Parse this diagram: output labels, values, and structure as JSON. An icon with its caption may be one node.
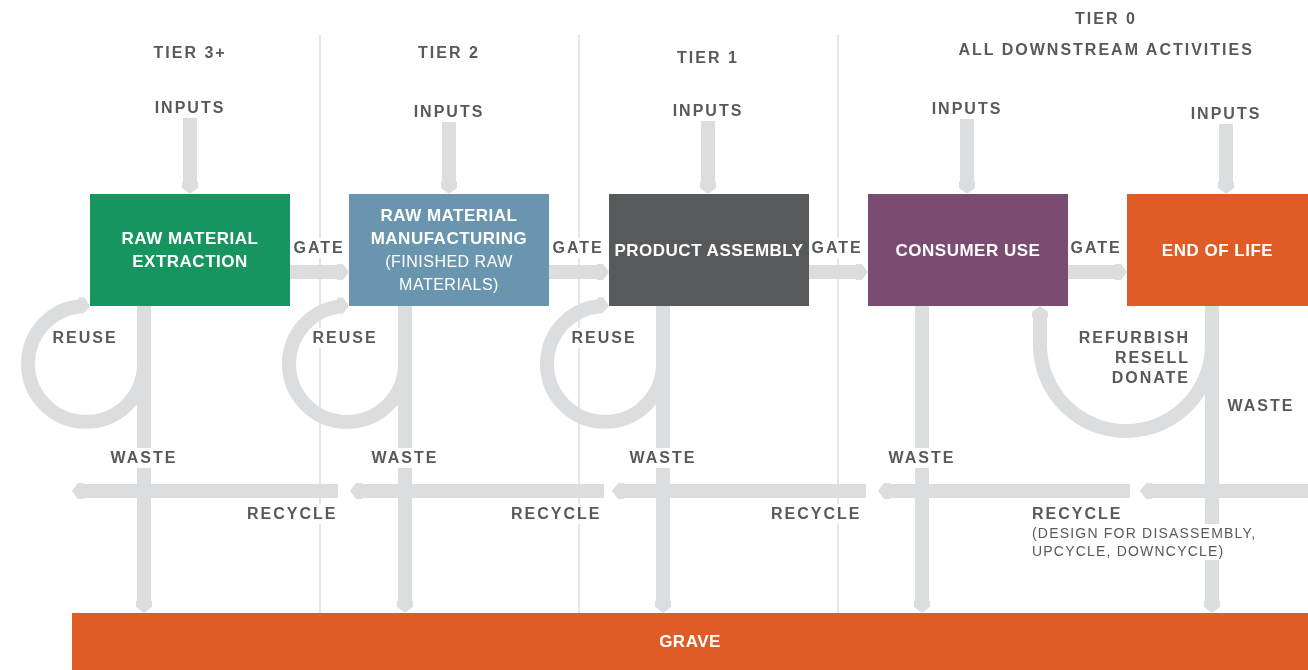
{
  "diagram": {
    "nodes": [
      {
        "text": [
          "RAW MATERIAL EXTRACTION"
        ]
      },
      {
        "text": [
          "RAW MATERIAL MANUFACTURING",
          "(FINISHED RAW MATERIALS)"
        ]
      },
      {
        "text": [
          "PRODUCT ASSEMBLY"
        ]
      },
      {
        "text": [
          "CONSUMER USE"
        ]
      },
      {
        "text": [
          "END OF LIFE"
        ]
      },
      {
        "text": [
          "GRAVE"
        ]
      },
      {
        "text": [
          "INPUTS"
        ]
      },
      {
        "text": [
          "INPUTS"
        ]
      },
      {
        "text": [
          "INPUTS"
        ]
      },
      {
        "text": [
          "INPUTS"
        ]
      },
      {
        "text": [
          "INPUTS"
        ]
      }
    ],
    "edges": [
      {
        "from": 6,
        "to": 0,
        "arrow": "to"
      },
      {
        "from": 7,
        "to": 1,
        "arrow": "to"
      },
      {
        "from": 8,
        "to": 2,
        "arrow": "to"
      },
      {
        "from": 9,
        "to": 3,
        "arrow": "to"
      },
      {
        "from": 10,
        "to": 4,
        "arrow": "to"
      },
      {
        "from": 0,
        "to": 1,
        "arrow": "to",
        "label": "GATE"
      },
      {
        "from": 1,
        "to": 2,
        "arrow": "to",
        "label": "GATE"
      },
      {
        "from": 2,
        "to": 3,
        "arrow": "to",
        "label": "GATE"
      },
      {
        "from": 3,
        "to": 4,
        "arrow": "to",
        "label": "GATE"
      },
      {
        "from": 0,
        "to": 0,
        "arrow": "to",
        "label": "REUSE"
      },
      {
        "from": 1,
        "to": 1,
        "arrow": "to",
        "label": "REUSE"
      },
      {
        "from": 2,
        "to": 2,
        "arrow": "to",
        "label": "REUSE"
      },
      {
        "from": 4,
        "to": 3,
        "arrow": "to",
        "label": "REFURBISH RESELL DONATE"
      },
      {
        "from": 0,
        "to": 5,
        "arrow": "to",
        "label": "WASTE"
      },
      {
        "from": 1,
        "to": 5,
        "arrow": "to",
        "label": "WASTE"
      },
      {
        "from": 2,
        "to": 5,
        "arrow": "to",
        "label": "WASTE"
      },
      {
        "from": 3,
        "to": 5,
        "arrow": "to",
        "label": "WASTE"
      },
      {
        "from": 4,
        "to": 5,
        "arrow": "to",
        "label": "WASTE"
      }
    ],
    "labels": [
      "TIER 0",
      "TIER 3+",
      "TIER 2",
      "ALL DOWNSTREAM ACTIVITIES",
      "TIER 1",
      "RECYCLE",
      "RECYCLE",
      "RECYCLE",
      "RECYCLE",
      "(DESIGN FOR DISASSEMBLY, UPCYCLE, DOWNCYCLE)"
    ]
  }
}
